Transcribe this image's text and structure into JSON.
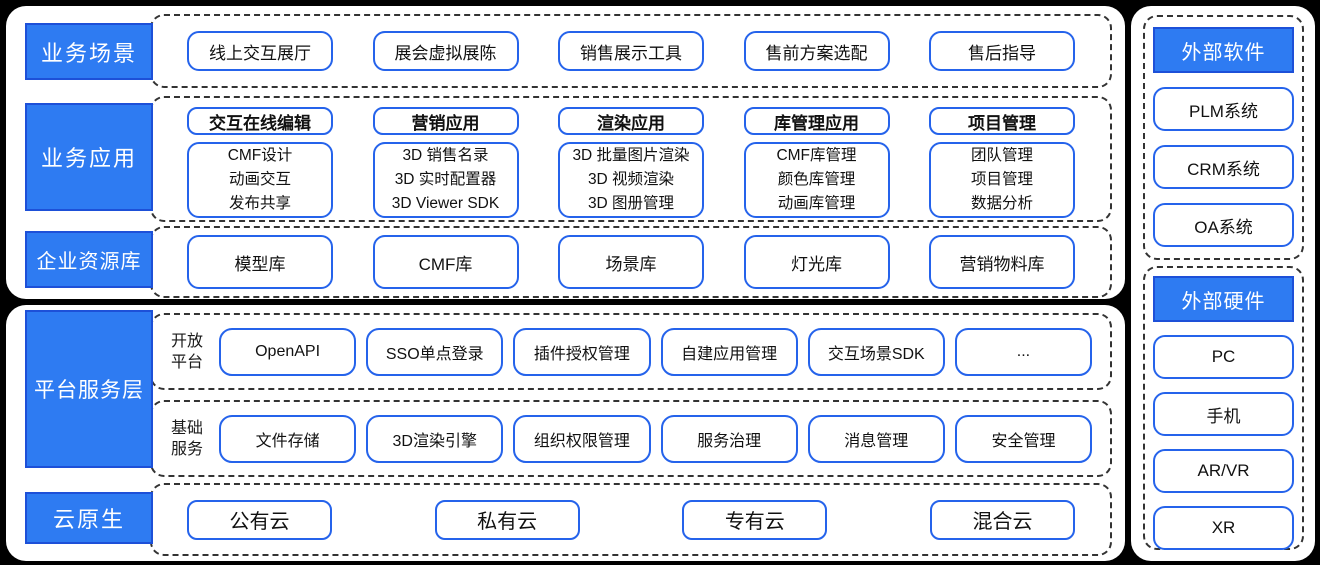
{
  "colors": {
    "accent_blue": "#2E7BF2",
    "accent_blue_border": "#1D50D8",
    "box_border_blue": "#2563EB",
    "dashed_border": "#333333",
    "panel_bg": "#FFFFFF",
    "page_bg": "#000000"
  },
  "layers": {
    "business_scenes": "业务场景",
    "business_apps": "业务应用",
    "enterprise_resources": "企业资源库",
    "platform_services": "平台服务层",
    "cloud_native": "云原生"
  },
  "scenes_row": {
    "items": [
      "线上交互展厅",
      "展会虚拟展陈",
      "销售展示工具",
      "售前方案选配",
      "售后指导"
    ]
  },
  "apps_row": {
    "columns": [
      {
        "title": "交互在线编辑",
        "lines": [
          "CMF设计",
          "动画交互",
          "发布共享"
        ]
      },
      {
        "title": "营销应用",
        "lines": [
          "3D 销售名录",
          "3D 实时配置器",
          "3D Viewer SDK"
        ]
      },
      {
        "title": "渲染应用",
        "lines": [
          "3D 批量图片渲染",
          "3D 视频渲染",
          "3D 图册管理"
        ]
      },
      {
        "title": "库管理应用",
        "lines": [
          "CMF库管理",
          "颜色库管理",
          "动画库管理"
        ]
      },
      {
        "title": "项目管理",
        "lines": [
          "团队管理",
          "项目管理",
          "数据分析"
        ]
      }
    ]
  },
  "resources_row": {
    "items": [
      "模型库",
      "CMF库",
      "场景库",
      "灯光库",
      "营销物料库"
    ]
  },
  "open_platform": {
    "label_lines": [
      "开放",
      "平台"
    ],
    "items": [
      "OpenAPI",
      "SSO单点登录",
      "插件授权管理",
      "自建应用管理",
      "交互场景SDK",
      "..."
    ]
  },
  "base_services": {
    "label_lines": [
      "基础",
      "服务"
    ],
    "items": [
      "文件存储",
      "3D渲染引擎",
      "组织权限管理",
      "服务治理",
      "消息管理",
      "安全管理"
    ]
  },
  "cloud_row": {
    "items": [
      "公有云",
      "私有云",
      "专有云",
      "混合云"
    ]
  },
  "external_software": {
    "title": "外部软件",
    "items": [
      "PLM系统",
      "CRM系统",
      "OA系统"
    ]
  },
  "external_hardware": {
    "title": "外部硬件",
    "items": [
      "PC",
      "手机",
      "AR/VR",
      "XR"
    ]
  }
}
